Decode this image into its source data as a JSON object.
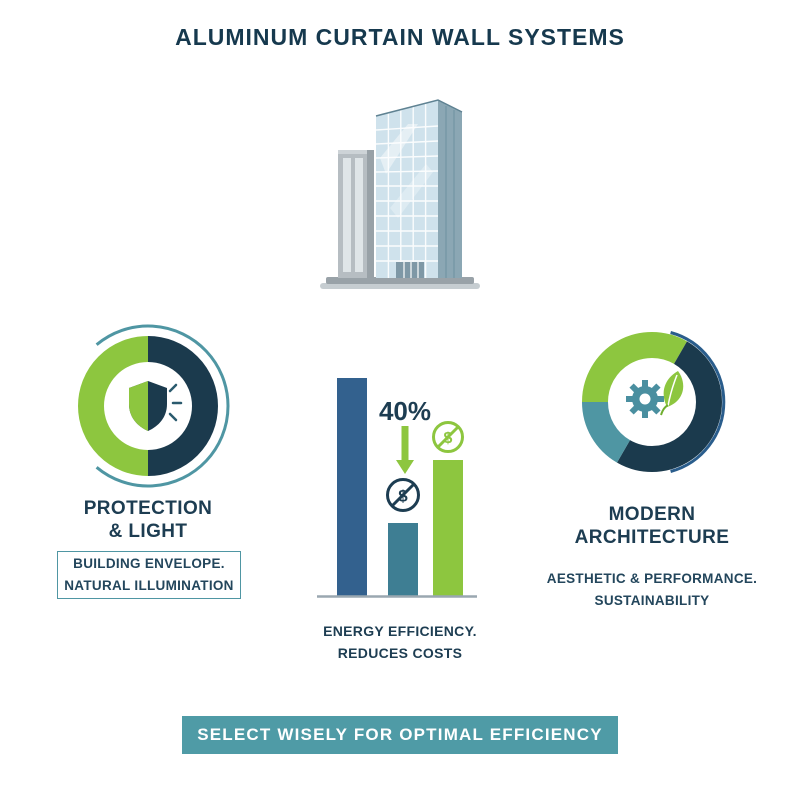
{
  "title": "ALUMINUM CURTAIN WALL SYSTEMS",
  "sections": {
    "protection": {
      "heading_line1": "PROTECTION",
      "heading_line2": "& LIGHT",
      "caption_line1": "BUILDING ENVELOPE.",
      "caption_line2": "NATURAL ILLUMINATION"
    },
    "energy": {
      "percent": "40%",
      "caption_line1": "ENERGY EFFICIENCY.",
      "caption_line2": "REDUCES COSTS"
    },
    "architecture": {
      "heading_line1": "MODERN",
      "heading_line2": "ARCHITECTURE",
      "caption_line1": "AESTHETIC & PERFORMANCE.",
      "caption_line2": "SUSTAINABILITY"
    }
  },
  "banner": {
    "label": "SELECT WISELY FOR OPTIMAL EFFICIENCY"
  },
  "icons": {
    "dollar": "$",
    "shield": "shield-half-green-half-navy-with-light-rays",
    "gear_leaf": "gear-with-green-leaf",
    "arrow": "green-down-arrow",
    "building": "glass-curtain-wall-tower"
  },
  "colors": {
    "navy": "#1d3d52",
    "ring_dark": "#1b3a4d",
    "green": "#8dc63f",
    "teal": "#4f96a3",
    "bar_blue": "#33618e",
    "bar_teal": "#3e7e93",
    "banner_teal": "#4f9ba6"
  },
  "chart_data": {
    "type": "bar",
    "categories": [
      "",
      "",
      ""
    ],
    "values": [
      100,
      33,
      62
    ],
    "title": "ENERGY EFFICIENCY. REDUCES COSTS",
    "annotation": "40%",
    "ylim": [
      0,
      100
    ],
    "colors": [
      "#33618e",
      "#3e7e93",
      "#8dc63f"
    ],
    "legend": "none",
    "grid": false
  }
}
